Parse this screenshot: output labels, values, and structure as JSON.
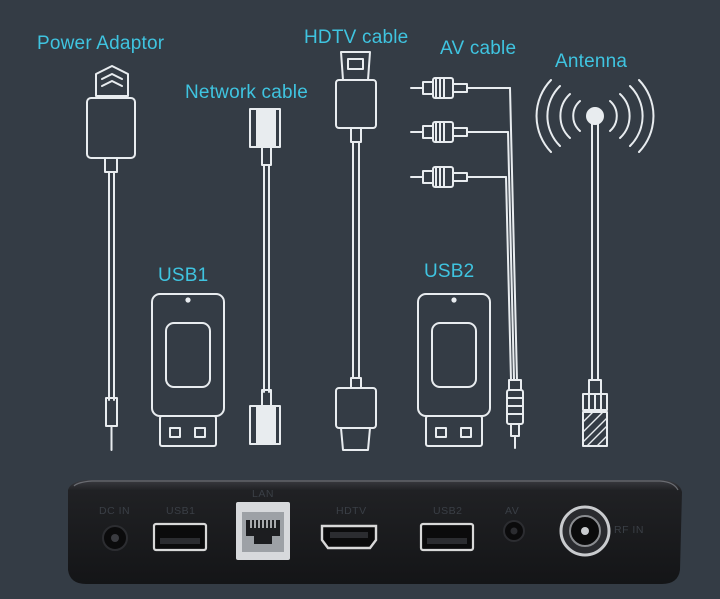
{
  "labels": {
    "power_adaptor": "Power Adaptor",
    "network_cable": "Network cable",
    "hdtv_cable": "HDTV cable",
    "av_cable": "AV cable",
    "antenna": "Antenna",
    "usb1": "USB1",
    "usb2": "USB2"
  },
  "ports": {
    "dc_in": "DC IN",
    "usb1": "USB1",
    "lan": "LAN",
    "hdtv": "HDTV",
    "usb2": "USB2",
    "av": "AV",
    "rf_in": "RF IN"
  },
  "colors": {
    "background": "#343c45",
    "accent": "#3fc4e0",
    "line": "#e8ecef",
    "device_body": "#1c1d20"
  },
  "icons": [
    "power-plug-icon",
    "network-plug-icon",
    "hdmi-plug-icon",
    "rca-plug-icon",
    "antenna-icon",
    "usb-stick-icon"
  ]
}
